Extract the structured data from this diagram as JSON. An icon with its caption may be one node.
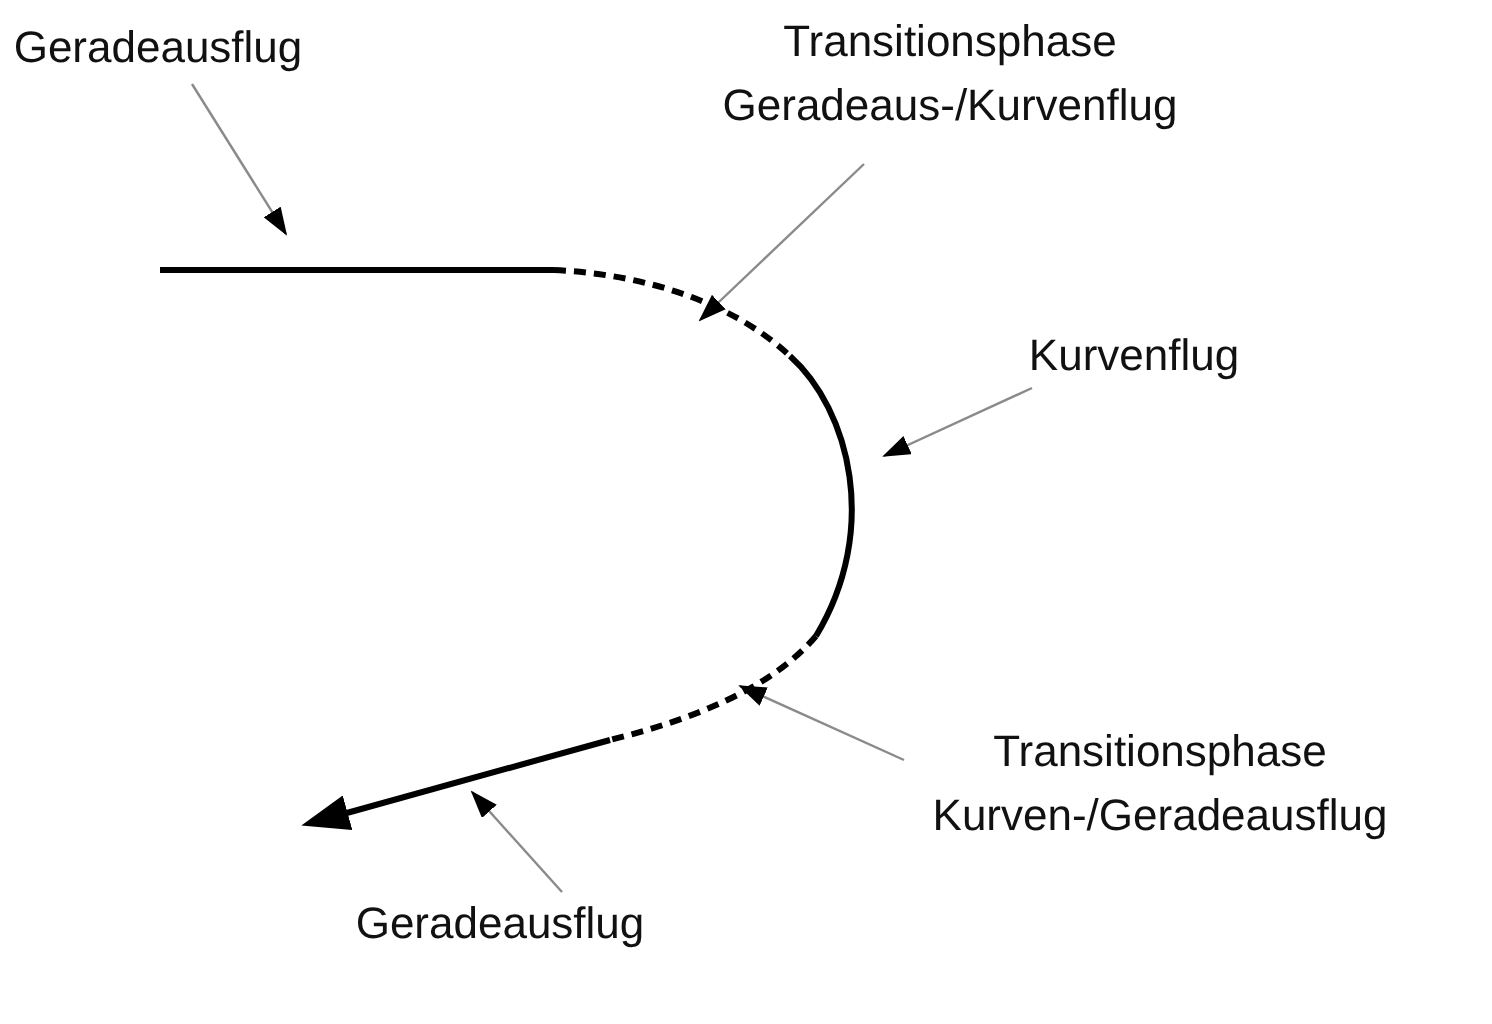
{
  "diagram": {
    "nodes": [
      {
        "text": [
          "Geradeausflug"
        ]
      },
      {
        "text": [
          "Transitionsphase Geradeaus-/Kurvenflug"
        ]
      },
      {
        "text": [
          "Kurvenflug"
        ]
      },
      {
        "text": [
          "Transitionsphase Kurven-/Geradeausflug"
        ]
      },
      {
        "text": [
          "Geradeausflug"
        ]
      },
      {
        "text": [],
        "shape": "line"
      },
      {
        "text": [],
        "shape": "line"
      },
      {
        "text": [],
        "shape": "line"
      },
      {
        "text": [],
        "shape": "line"
      },
      {
        "text": [],
        "shape": "line"
      }
    ],
    "edges": [
      {
        "from": 0,
        "to": 5,
        "arrow": "to"
      },
      {
        "from": 1,
        "to": 6,
        "arrow": "to"
      },
      {
        "from": 2,
        "to": 7,
        "arrow": "to"
      },
      {
        "from": 3,
        "to": 8,
        "arrow": "to"
      },
      {
        "from": 4,
        "to": 9,
        "arrow": "to"
      }
    ]
  }
}
